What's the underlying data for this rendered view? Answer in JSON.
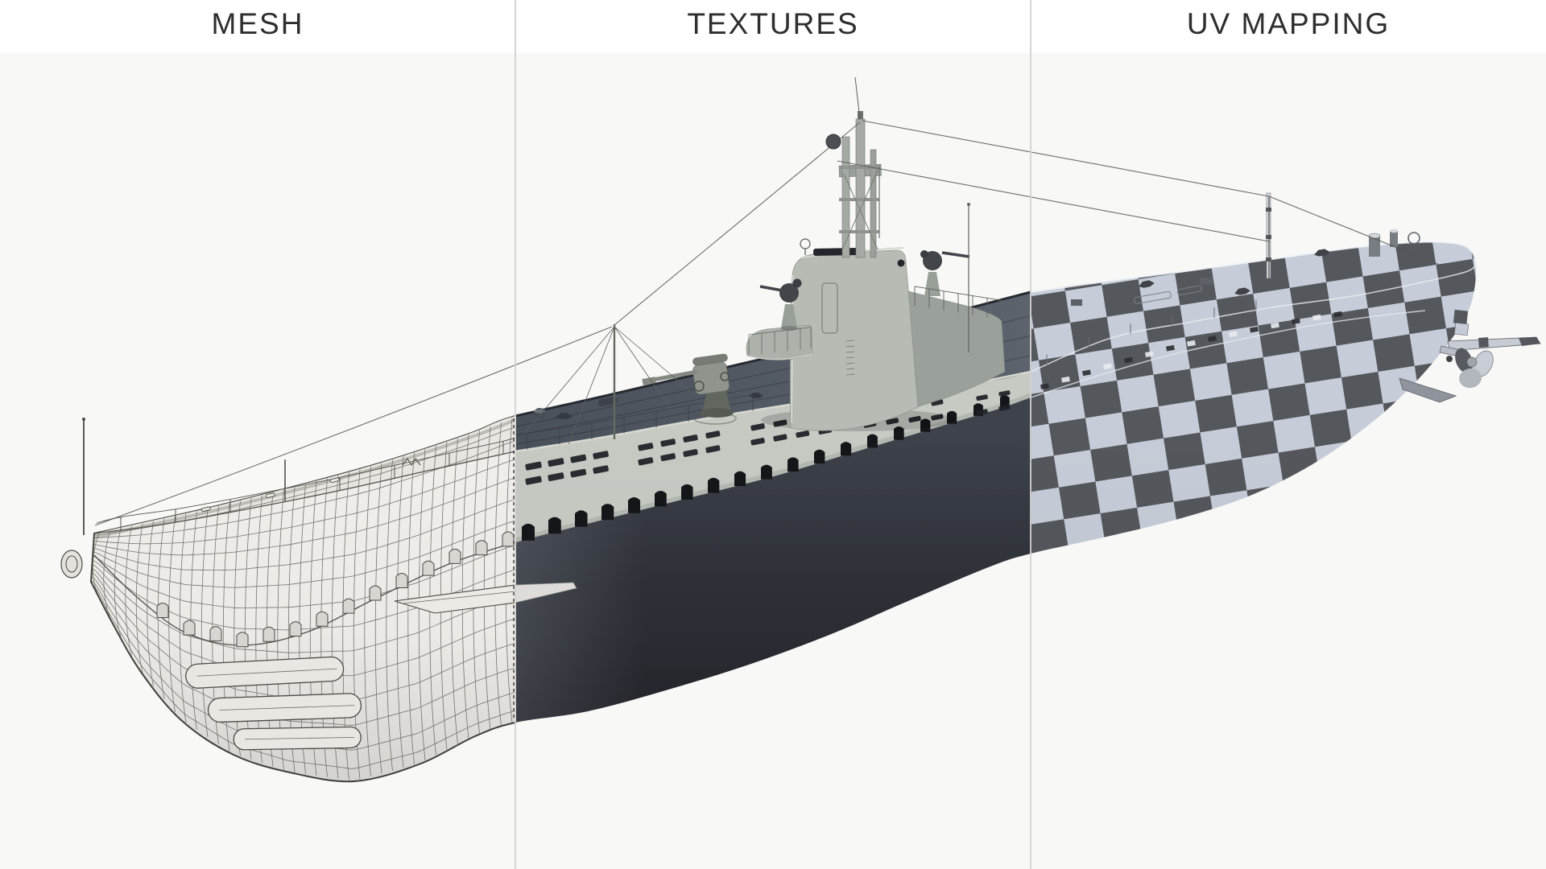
{
  "panels": [
    {
      "label": "MESH"
    },
    {
      "label": "TEXTURES"
    },
    {
      "label": "UV MAPPING"
    }
  ],
  "colors": {
    "background": "#f8f8f7",
    "header_bar": "#ffffff",
    "header_text": "#2e2e2e",
    "divider": "#d3d3d3",
    "mesh_fill": "#f1efeb",
    "mesh_line": "#56534b",
    "hull_dark": "#2e3138",
    "hull_light_band": "#c6cac3",
    "deck": "#4d535d",
    "sail": "#b6bbb3",
    "uv_checker_dark": "#54575c",
    "uv_checker_light": "#c7cdd8"
  }
}
